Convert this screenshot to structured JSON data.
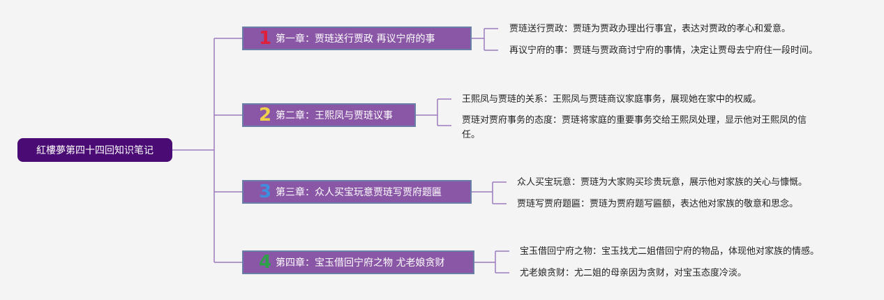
{
  "colors": {
    "root_bg": "#4a0b74",
    "chapter_bg": "#8a56a6",
    "chapter_border": "#6a7fa8",
    "connector": "#9b7bbd",
    "num_colors": [
      "#e0203a",
      "#f0d24a",
      "#3f8fe0",
      "#2fa04a"
    ]
  },
  "root": {
    "label": "紅樓夢第四十四回知识笔记"
  },
  "chapters": [
    {
      "num": "1",
      "title": "第一章：贾琏送行贾政 再议宁府的事",
      "items": [
        "贾琏送行贾政：贾琏为贾政办理出行事宜，表达对贾政的孝心和爱意。",
        "再议宁府的事：贾琏与贾政商讨宁府的事情，决定让贾母去宁府住一段时间。"
      ]
    },
    {
      "num": "2",
      "title": "第二章：王熙凤与贾琏议事",
      "items": [
        "王熙凤与贾琏的关系：王熙凤与贾琏商议家庭事务，展现她在家中的权威。",
        "贾琏对贾府事务的态度：贾琏将家庭的重要事务交给王熙凤处理，显示他对王熙凤的信任。"
      ]
    },
    {
      "num": "3",
      "title": "第三章：众人买宝玩意贾琏写贾府题匾",
      "items": [
        "众人买宝玩意：贾琏为大家购买珍贵玩意，展示他对家族的关心与慷慨。",
        "贾琏写贾府题匾：贾琏为贾府题写匾额，表达他对家族的敬意和思念。"
      ]
    },
    {
      "num": "4",
      "title": "第四章：宝玉借回宁府之物 尤老娘贪财",
      "items": [
        "宝玉借回宁府之物：宝玉找尤二姐借回宁府的物品，体现他对家族的情感。",
        "尤老娘贪财：尤二姐的母亲因为贪财，对宝玉态度冷淡。"
      ]
    }
  ]
}
